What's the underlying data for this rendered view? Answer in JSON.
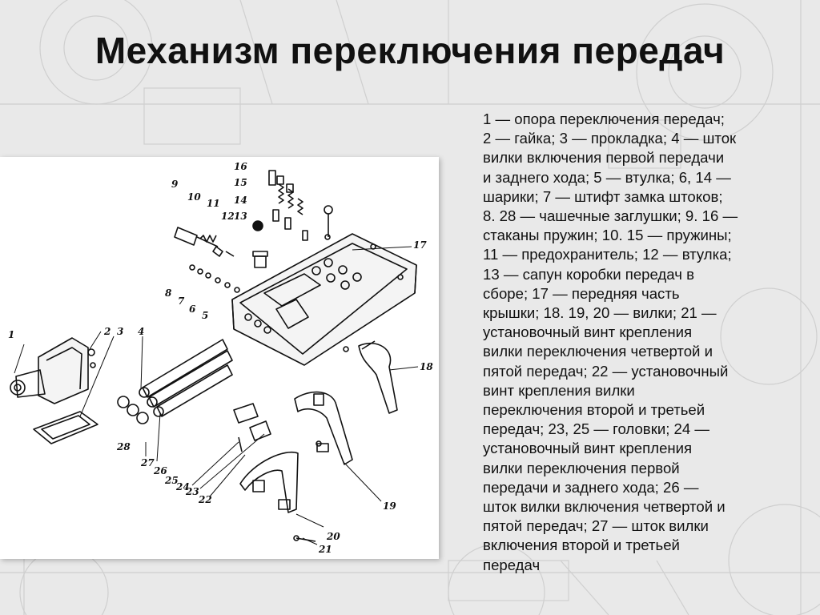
{
  "slide": {
    "title": "Механизм переключения передач",
    "description": "1 — опора переключения передач;\n2 — гайка; 3 — прокладка; 4 — шток\nвилки включения первой передачи\nи заднего хода; 5 — втулка; 6, 14 —\nшарики; 7 — штифт замка штоков;\n8. 28 — чашечные заглушки; 9. 16 —\nстаканы пружин; 10. 15 — пружины;\n11 — предохранитель; 12 — втулка;\n13 — сапун коробки передач в\nсборе; 17 — передняя часть\nкрышки; 18. 19, 20 — вилки; 21 —\nустановочный винт крепления\nвилки переключения четвертой и\nпятой передач; 22 — установочный\nвинт крепления вилки\nпереключения второй и третьей\nпередач; 23, 25 — головки; 24 —\nустановочный винт крепления\nвилки переключения первой\nпередачи и заднего хода; 26 —\nшток вилки включения четвертой и\nпятой передач; 27 — шток вилки\nвключения второй и третьей\nпередач"
  },
  "diagram": {
    "labels": [
      "1",
      "2",
      "3",
      "4",
      "5",
      "6",
      "7",
      "8",
      "9",
      "10",
      "11",
      "12",
      "13",
      "14",
      "15",
      "16",
      "17",
      "18",
      "19",
      "20",
      "21",
      "22",
      "23",
      "24",
      "25",
      "26",
      "27",
      "28"
    ]
  }
}
